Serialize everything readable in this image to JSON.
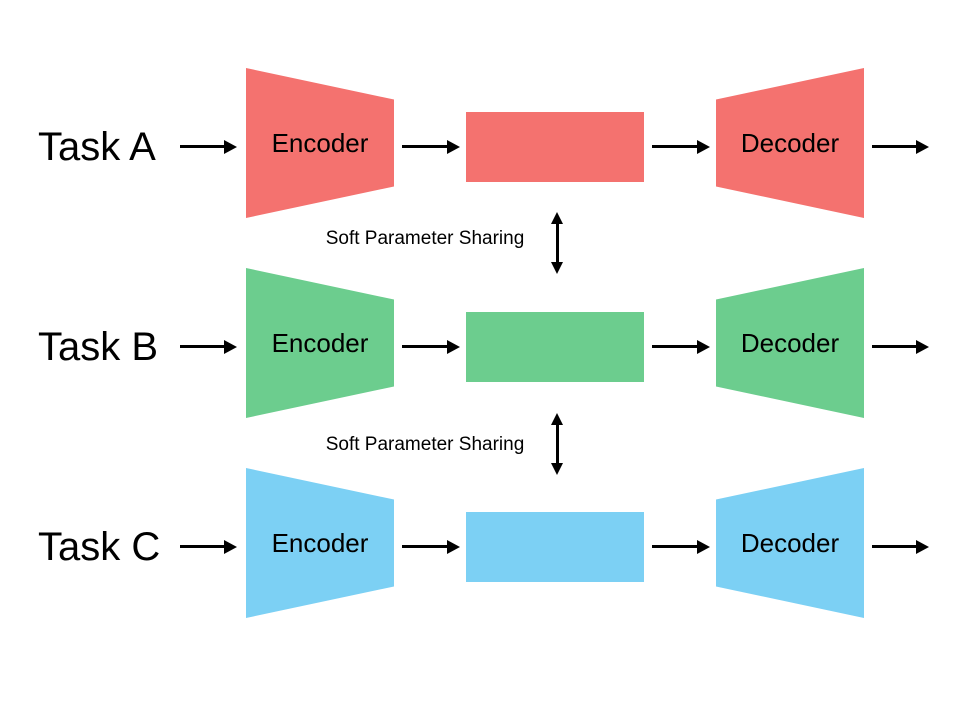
{
  "diagram": {
    "sharing_label": "Soft Parameter Sharing",
    "tasks": [
      {
        "label": "Task A",
        "encoder_label": "Encoder",
        "decoder_label": "Decoder",
        "color": "#F4726F"
      },
      {
        "label": "Task B",
        "encoder_label": "Encoder",
        "decoder_label": "Decoder",
        "color": "#6CCD8E"
      },
      {
        "label": "Task C",
        "encoder_label": "Encoder",
        "decoder_label": "Decoder",
        "color": "#7CD0F4"
      }
    ]
  }
}
